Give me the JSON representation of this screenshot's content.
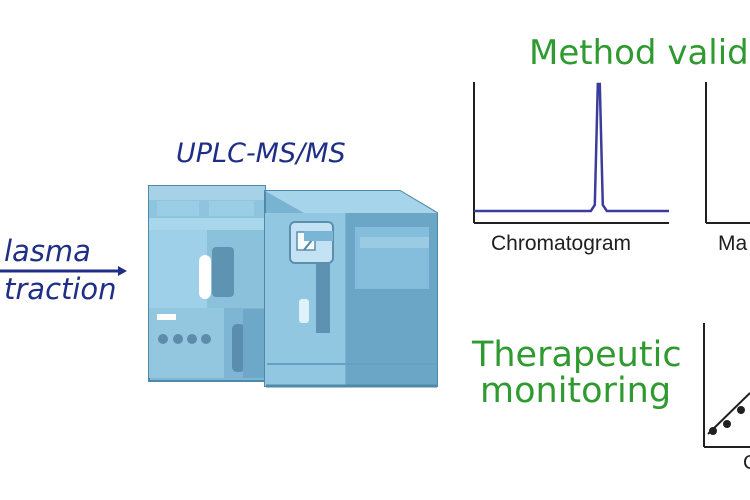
{
  "workflow": {
    "sample_line1": "lasma",
    "sample_line2": "traction",
    "instrument_label": "UPLC-MS/MS"
  },
  "method": {
    "title": "Method valid",
    "chromatogram_caption": "Chromatogram",
    "second_caption": "Ma"
  },
  "therapeutic": {
    "line1": "Therapeutic",
    "line2": "monitoring",
    "axis_fragment": "C"
  },
  "chromatogram": {
    "peak_fraction": 0.64
  },
  "colors": {
    "blue_text": "#1f2f86",
    "green_text": "#2f9a2f",
    "instrument_light": "#a7d1e7",
    "instrument_mid": "#7fb7d5",
    "instrument_dark": "#4f89aa",
    "peak_line": "#3c3c9a"
  }
}
